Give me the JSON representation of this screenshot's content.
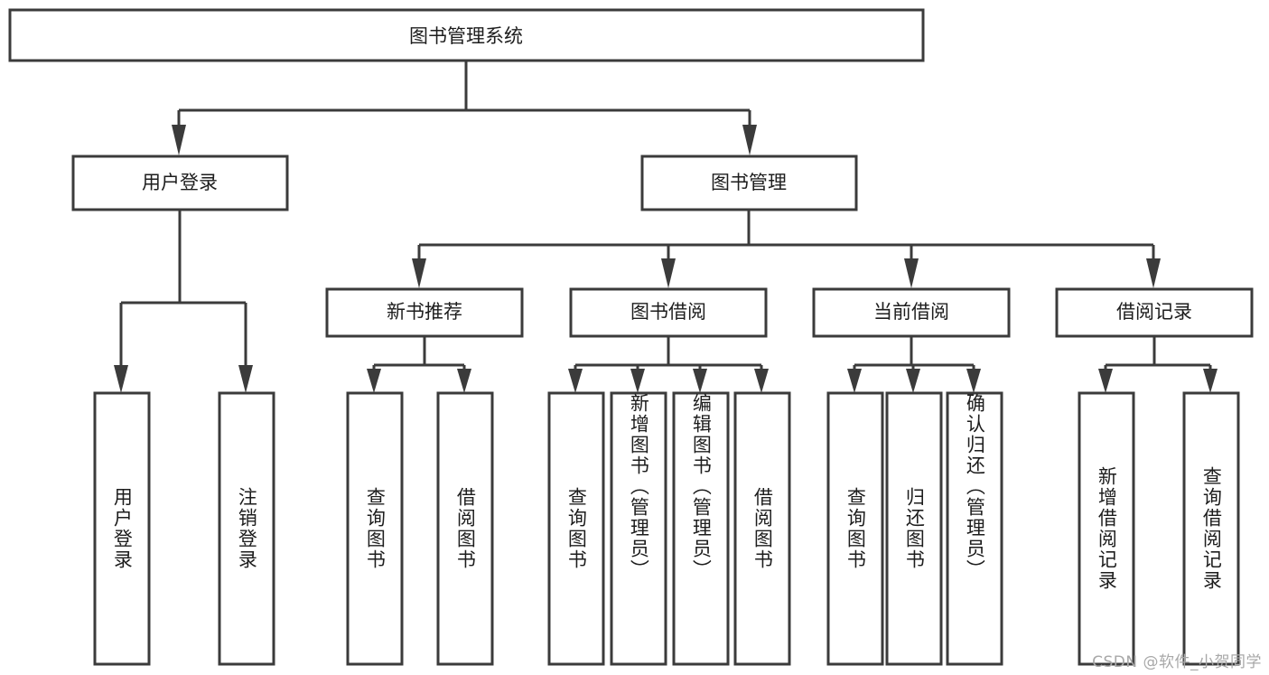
{
  "diagram": {
    "type": "tree",
    "title": "图书管理系统",
    "orientation": "top-down",
    "colors": {
      "box_stroke": "#3b3b3b",
      "box_fill": "#ffffff",
      "connector": "#3b3b3b",
      "text": "#1d1d1d",
      "watermark": "#a8a8a8",
      "background": "#ffffff"
    },
    "root": {
      "label": "图书管理系统"
    },
    "level1": [
      {
        "label": "用户登录"
      },
      {
        "label": "图书管理"
      }
    ],
    "level2": [
      {
        "label": "新书推荐"
      },
      {
        "label": "图书借阅"
      },
      {
        "label": "当前借阅"
      },
      {
        "label": "借阅记录"
      }
    ],
    "leaves_user_login": [
      {
        "label": "用户登录"
      },
      {
        "label": "注销登录"
      }
    ],
    "leaves_new_book": [
      {
        "label": "查询图书"
      },
      {
        "label": "借阅图书"
      }
    ],
    "leaves_borrow": [
      {
        "label": "查询图书"
      },
      {
        "label": "新增图书（管理员）"
      },
      {
        "label": "编辑图书（管理员）"
      },
      {
        "label": "借阅图书"
      }
    ],
    "leaves_current": [
      {
        "label": "查询图书"
      },
      {
        "label": "归还图书"
      },
      {
        "label": "确认归还（管理员）"
      }
    ],
    "leaves_record": [
      {
        "label": "新增借阅记录"
      },
      {
        "label": "查询借阅记录"
      }
    ]
  },
  "watermark": {
    "text": "CSDN @软件_小贺同学"
  }
}
